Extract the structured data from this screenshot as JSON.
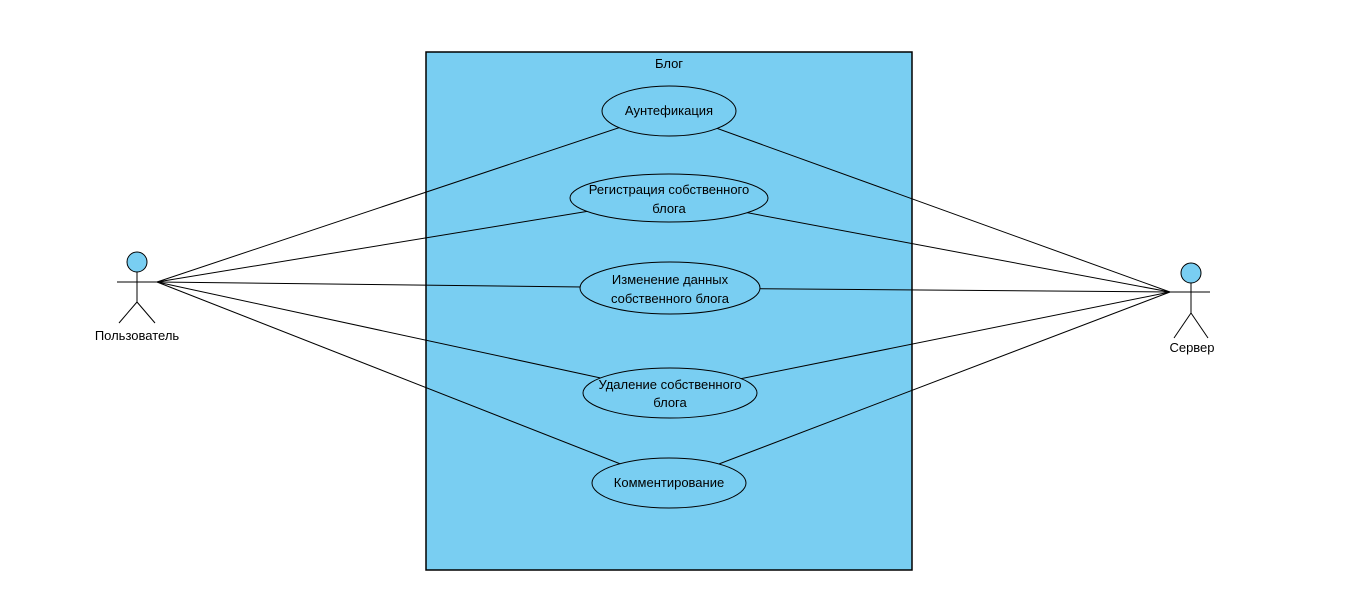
{
  "diagram": {
    "type": "uml-use-case",
    "system": {
      "title": "Блог"
    },
    "use_cases": [
      {
        "label": "Аунтефикация"
      },
      {
        "label": "Регистрация собственного блога",
        "lines": [
          "Регистрация собственного",
          "блога"
        ]
      },
      {
        "label": "Изменение данных собственного блога",
        "lines": [
          "Изменение данных",
          "собственного блога"
        ]
      },
      {
        "label": "Удаление собственного блога",
        "lines": [
          "Удаление собственного",
          "блога"
        ]
      },
      {
        "label": "Комментирование"
      }
    ],
    "actors": [
      {
        "label": "Пользователь",
        "side": "left"
      },
      {
        "label": "Сервер",
        "side": "right"
      }
    ],
    "colors": {
      "shape_fill": "#79CEF2",
      "stroke": "#000000",
      "canvas": "#FFFFFF"
    }
  }
}
